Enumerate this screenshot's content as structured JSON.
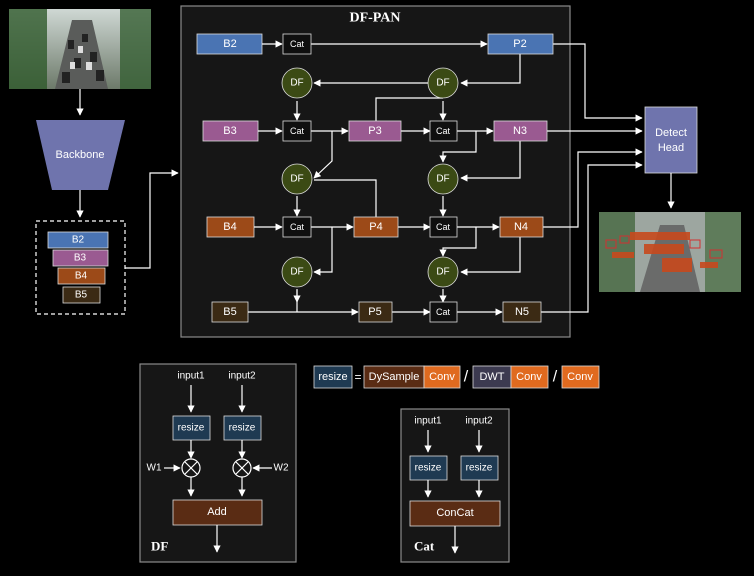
{
  "colors": {
    "background": "#000000",
    "b2_blue": "#4a74b3",
    "b3_purple": "#9a5a91",
    "b4_orange": "#9c4a18",
    "b5_dark": "#3b2a14",
    "df_green": "#3b4a14",
    "cat_box": "#0f0f0f",
    "resize_navy": "#1f3a52",
    "dysample_brown": "#5a2c14",
    "conv_orange": "#e06a1f",
    "dwt_gray": "#3c3a50",
    "backbone_slate": "#6f74ad",
    "head_slate": "#6f74ad"
  },
  "main": {
    "title": "DF-PAN",
    "inputs": [
      "B2",
      "B3",
      "B4",
      "B5"
    ],
    "cat_label": "Cat",
    "df_label": "DF",
    "p_nodes": [
      "P2",
      "P3",
      "P4",
      "P5"
    ],
    "n_nodes": [
      "N3",
      "N4",
      "N5"
    ]
  },
  "left": {
    "backbone_label": "Backbone",
    "feature_stack": [
      "B2",
      "B3",
      "B4",
      "B5"
    ],
    "input_image_icon": "street-traffic-photo",
    "output_image_icon": "detection-result-photo"
  },
  "head": {
    "line1": "Detect",
    "line2": "Head"
  },
  "legend": {
    "resize": "resize",
    "equals": "=",
    "dysample": "DySample",
    "conv": "Conv",
    "slash": "/",
    "dwt": "DWT"
  },
  "df_panel": {
    "input1": "input1",
    "input2": "input2",
    "resize": "resize",
    "w1": "W1",
    "w2": "W2",
    "add": "Add",
    "title": "DF"
  },
  "cat_panel": {
    "input1": "input1",
    "input2": "input2",
    "resize": "resize",
    "concat": "ConCat",
    "title": "Cat"
  }
}
